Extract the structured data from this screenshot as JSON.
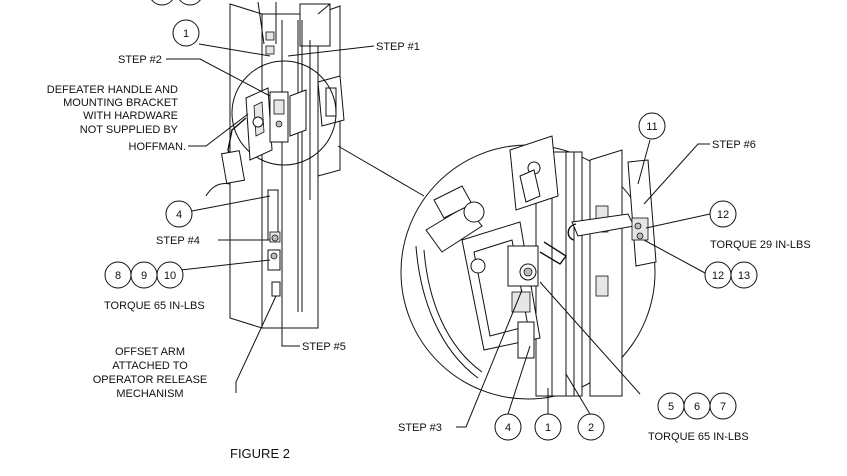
{
  "steps": {
    "step1": "STEP #1",
    "step2": "STEP #2",
    "step3": "STEP #3",
    "step4": "STEP #4",
    "step5": "STEP #5",
    "step6": "STEP #6"
  },
  "notes": {
    "defeater": [
      "DEFEATER HANDLE AND",
      "MOUNTING BRACKET",
      "WITH HARDWARE",
      "NOT SUPPLIED BY",
      "HOFFMAN."
    ],
    "offset": [
      "OFFSET ARM",
      "ATTACHED TO",
      "OPERATOR RELEASE",
      "MECHANISM"
    ]
  },
  "torques": {
    "left": "TORQUE 65 IN-LBS",
    "right_upper": "TORQUE 29 IN-LBS",
    "right_lower": "TORQUE 65 IN-LBS"
  },
  "balloons": {
    "b_1_top": "1",
    "b_4_left": "4",
    "b_8": "8",
    "b_9": "9",
    "b_10": "10",
    "b_11": "11",
    "b_12_a": "12",
    "b_12_b": "12",
    "b_13": "13",
    "b_4_bottom": "4",
    "b_1_bottom": "1",
    "b_2_bottom": "2",
    "b_5": "5",
    "b_6": "6",
    "b_7": "7"
  },
  "caption": "FIGURE 2"
}
